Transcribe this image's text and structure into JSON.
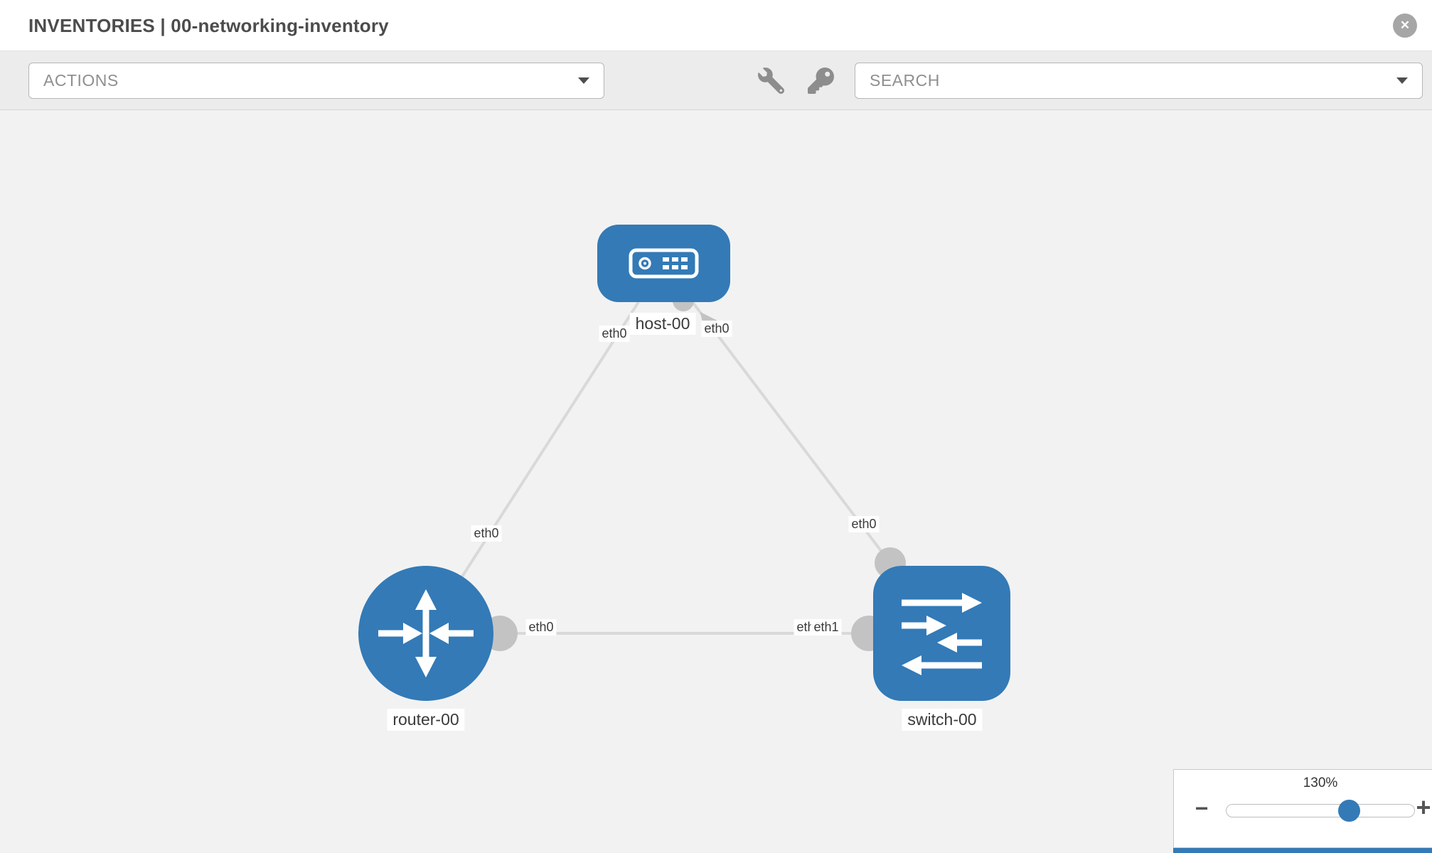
{
  "window": {
    "title": "INVENTORIES | 00-networking-inventory",
    "close_glyph": "✕"
  },
  "toolbar": {
    "actions_label": "ACTIONS",
    "search_label": "SEARCH",
    "tools": [
      "wrench-icon",
      "key-icon"
    ]
  },
  "topology": {
    "nodes": [
      {
        "id": "host-00",
        "type": "host",
        "label": "host-00"
      },
      {
        "id": "router-00",
        "type": "router",
        "label": "router-00"
      },
      {
        "id": "switch-00",
        "type": "switch",
        "label": "switch-00"
      }
    ],
    "links": [
      {
        "from": "host-00",
        "from_if": "eth0",
        "to": "router-00",
        "to_if": "eth0"
      },
      {
        "from": "host-00",
        "from_if": "eth0",
        "to": "switch-00",
        "to_if": "eth0"
      },
      {
        "from": "router-00",
        "from_if": "eth0",
        "to": "switch-00",
        "to_if": "eth1"
      }
    ],
    "if_labels": {
      "host_left": "eth0",
      "host_right": "eth0",
      "router_top": "eth0",
      "router_right": "eth0",
      "switch_top": "eth0",
      "switch_left_under": "eth0",
      "switch_left_over": "eth1"
    }
  },
  "zoom": {
    "level": "130%",
    "out_glyph": "−",
    "in_glyph": "+"
  },
  "colors": {
    "node_fill": "#337ab7",
    "link_stroke": "#d9d9d9",
    "connector_fill": "#c3c3c3",
    "canvas_bg": "#f2f2f2",
    "toolbar_bg": "#ececec"
  }
}
